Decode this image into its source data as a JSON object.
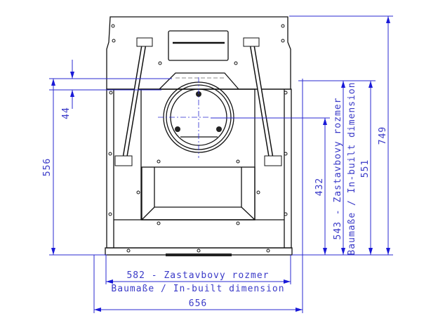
{
  "dimensions": {
    "width_builtin": "582 - Zastavbovy rozmer",
    "width_builtin_de_en": "Baumaße / In-built dimension",
    "width_total": "656",
    "height_builtin": "543 - Zastavbovy rozmer",
    "height_builtin_de_en": "Baumaße / In-built dimension",
    "height_432": "432",
    "height_551": "551",
    "height_749": "749",
    "height_556": "556",
    "offset_44": "44"
  },
  "colors": {
    "dimension": "#2a2ad0",
    "outline": "#111111"
  }
}
